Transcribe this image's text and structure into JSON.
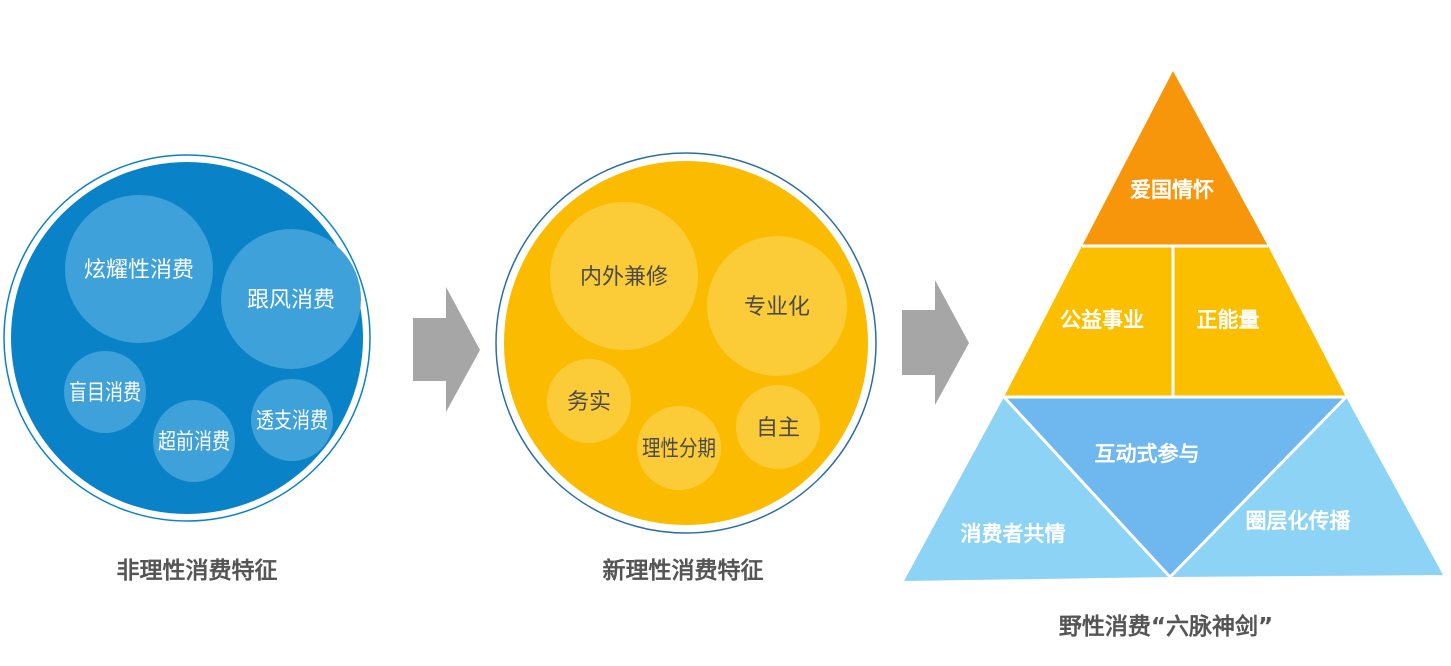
{
  "groups": {
    "irrational": {
      "caption": "非理性消费特征",
      "items": [
        "炫耀性消费",
        "跟风消费",
        "盲目消费",
        "超前消费",
        "透支消费"
      ]
    },
    "new_rational": {
      "caption": "新理性消费特征",
      "items": [
        "内外兼修",
        "专业化",
        "务实",
        "理性分期",
        "自主"
      ]
    },
    "wild": {
      "caption": "野性消费“六脉神剑”",
      "top": "爱国情怀",
      "middle_left": "公益事业",
      "middle_right": "正能量",
      "center": "互动式参与",
      "bottom_left": "消费者共情",
      "bottom_right": "圈层化传播"
    }
  },
  "colors": {
    "blue": "#0a82c8",
    "yellow": "#fbbb00",
    "orange": "#f7960a",
    "gold": "#fbbf00",
    "light_blue": "#8cd3f5",
    "mid_blue": "#6fb7ef",
    "arrow": "#a6a6a6"
  }
}
